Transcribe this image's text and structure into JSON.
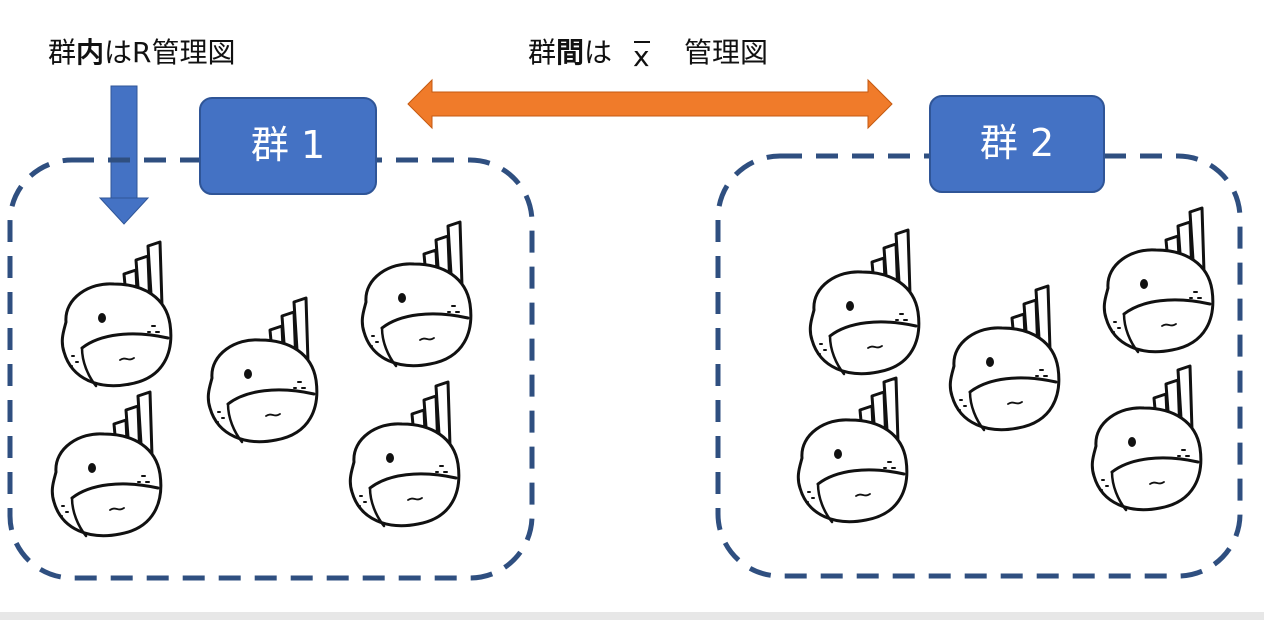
{
  "labels": {
    "within_prefix": "群",
    "within_bold": "内",
    "within_suffix": "はR管理図",
    "between_prefix": "群",
    "between_bold": "間",
    "between_mid": "は",
    "between_symbol": "x",
    "between_suffix": "管理図"
  },
  "groups": [
    {
      "label": "群 1"
    },
    {
      "label": "群 2"
    }
  ],
  "colors": {
    "group_box_fill": "#4472c4",
    "group_box_text": "#ffffff",
    "down_arrow": "#4472c4",
    "double_arrow": "#f07b2a",
    "dashed_border": "#2f4f80",
    "bottom_bar": "#e7e7e7"
  }
}
